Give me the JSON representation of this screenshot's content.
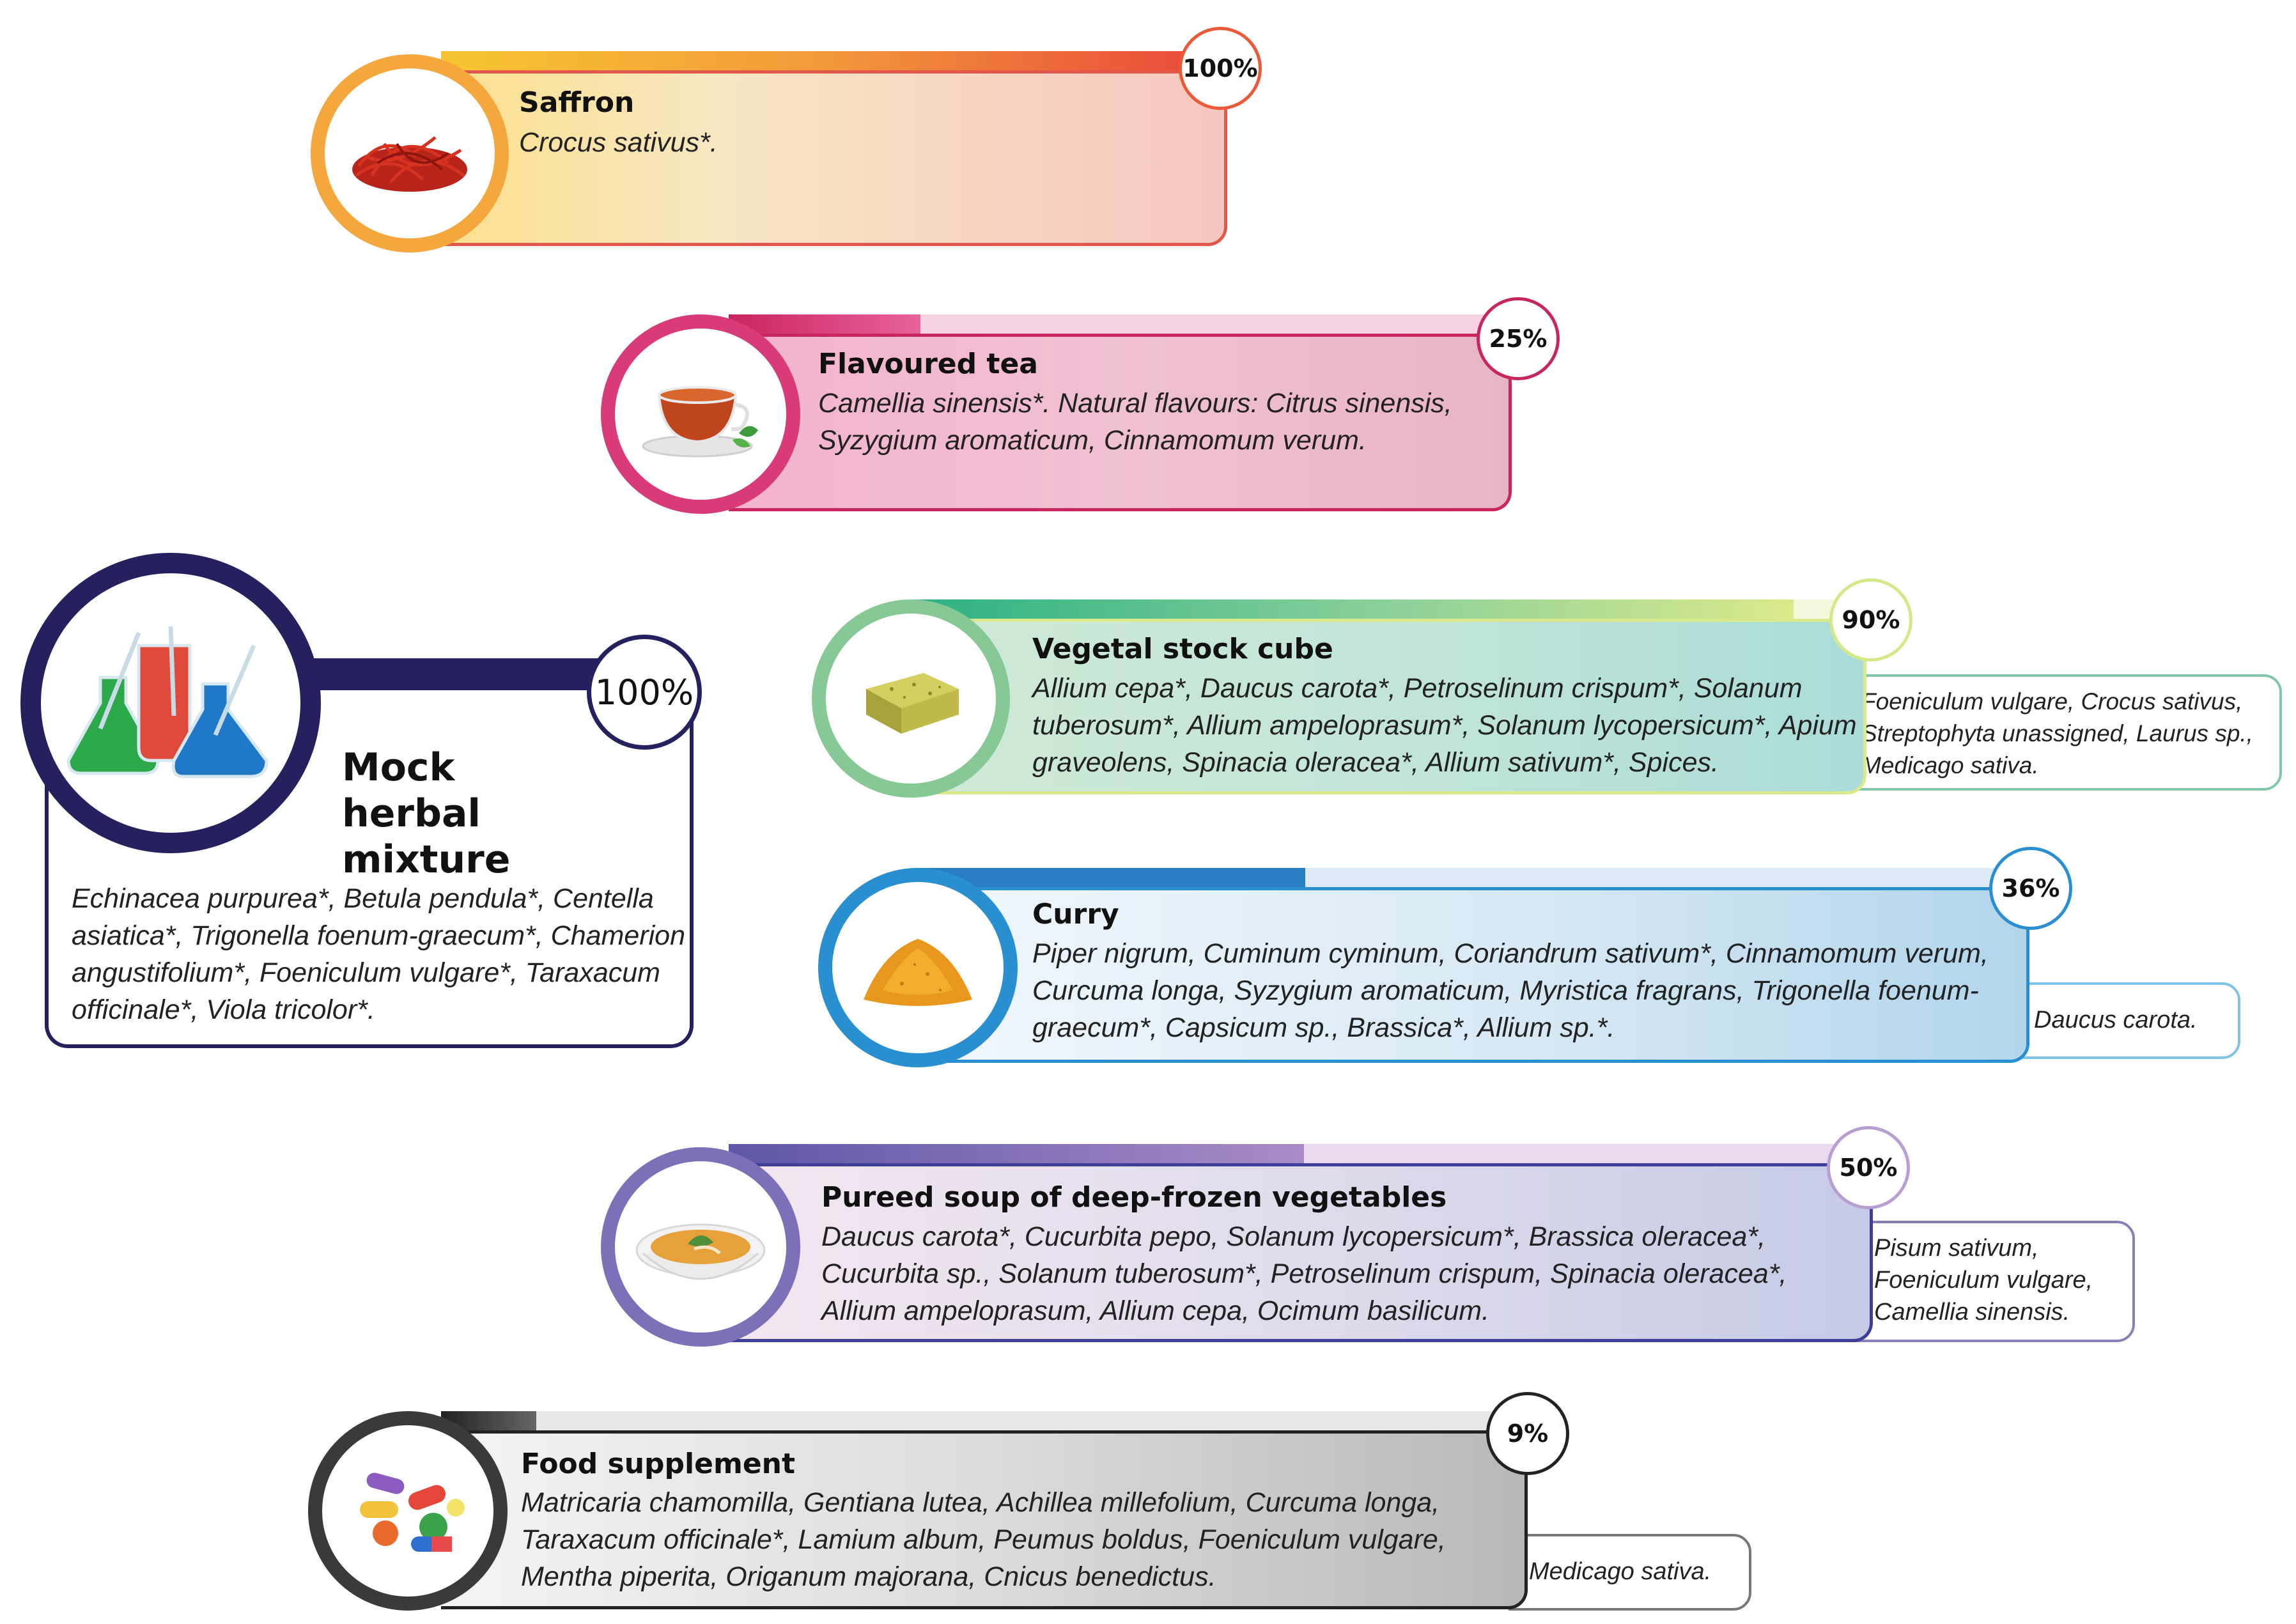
{
  "colors": {
    "saffron": "#f0a23a",
    "tea": "#d63a76",
    "mock": "#24215e",
    "stock": "#7fc78e",
    "curry": "#2a8fd0",
    "soup": "#7a6bb5",
    "supplement": "#555555"
  },
  "cards": [
    {
      "id": "saffron",
      "title": "Saffron",
      "species": "Crocus sativus*.",
      "percent": "100%",
      "level": 1.0,
      "icon": "saffron-threads-icon",
      "extra": ""
    },
    {
      "id": "tea",
      "title": "Flavoured tea",
      "species": "Camellia sinensis*. Natural flavours: Citrus sinensis, Syzygium aromaticum, Cinnamomum verum.",
      "percent": "25%",
      "level": 0.25,
      "icon": "tea-cup-icon",
      "extra": ""
    },
    {
      "id": "mock",
      "title": "Mock herbal mixture",
      "species": "Echinacea purpurea*, Betula pendula*, Centella asiatica*, Trigonella foenum-graecum*, Chamerion angustifolium*, Foeniculum vulgare*, Taraxacum officinale*, Viola tricolor*.",
      "percent": "100%",
      "level": 1.0,
      "icon": "lab-flasks-icon",
      "extra": ""
    },
    {
      "id": "stock",
      "title": "Vegetal stock cube",
      "species": "Allium cepa*, Daucus carota*, Petroselinum crispum*, Solanum tuberosum*, Allium ampeloprasum*, Solanum lycopersicum*, Apium graveolens, Spinacia oleracea*, Allium sativum*, Spices.",
      "percent": "90%",
      "level": 0.9,
      "icon": "stock-cube-icon",
      "extra": "Foeniculum vulgare, Crocus sativus, Streptophyta unassigned, Laurus sp., Medicago sativa."
    },
    {
      "id": "curry",
      "title": "Curry",
      "species": "Piper nigrum, Cuminum cyminum, Coriandrum sativum*, Cinnamomum verum, Curcuma longa, Syzygium aromaticum, Myristica fragrans, Trigonella foenum-graecum*, Capsicum sp., Brassica*, Allium sp.*.",
      "percent": "36%",
      "level": 0.36,
      "icon": "curry-powder-icon",
      "extra": "Daucus carota."
    },
    {
      "id": "soup",
      "title": "Pureed soup of deep-frozen vegetables",
      "species": "Daucus carota*, Cucurbita pepo, Solanum lycopersicum*, Brassica oleracea*, Cucurbita sp., Solanum tuberosum*, Petroselinum crispum, Spinacia oleracea*, Allium ampeloprasum, Allium cepa, Ocimum basilicum.",
      "percent": "50%",
      "level": 0.5,
      "icon": "soup-bowl-icon",
      "extra": "Pisum sativum, Foeniculum vulgare, Camellia sinensis."
    },
    {
      "id": "supplement",
      "title": "Food supplement",
      "species": "Matricaria chamomilla, Gentiana lutea, Achillea millefolium, Curcuma longa, Taraxacum officinale*, Lamium album, Peumus boldus, Foeniculum vulgare, Mentha piperita, Origanum majorana, Cnicus benedictus.",
      "percent": "9%",
      "level": 0.09,
      "icon": "pills-icon",
      "extra": "Medicago sativa."
    }
  ]
}
